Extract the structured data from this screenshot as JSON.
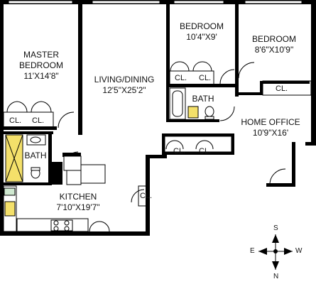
{
  "floorplan": {
    "rooms": [
      {
        "id": "master",
        "lines": [
          "MASTER",
          "BEDROOM",
          "11'X14'8\""
        ]
      },
      {
        "id": "living",
        "lines": [
          "LIVING/DINING",
          "12'5\"X25'2\""
        ]
      },
      {
        "id": "bedroom2",
        "lines": [
          "BEDROOM",
          "10'4\"X9'"
        ]
      },
      {
        "id": "bedroom3",
        "lines": [
          "BEDROOM",
          "8'6\"X10'9\""
        ]
      },
      {
        "id": "homeoffice",
        "lines": [
          "HOME OFFICE",
          "10'9\"X16'"
        ]
      },
      {
        "id": "kitchen",
        "lines": [
          "KITCHEN",
          "7'10\"X19'7\""
        ]
      }
    ],
    "baths": [
      "BATH",
      "BATH"
    ],
    "closet_label": "CL.",
    "compass": {
      "north": "N",
      "south": "S",
      "east": "E",
      "west": "W"
    },
    "colors": {
      "wall": "#000000",
      "bath_accent": "#f4e06a",
      "background": "#ffffff"
    }
  }
}
